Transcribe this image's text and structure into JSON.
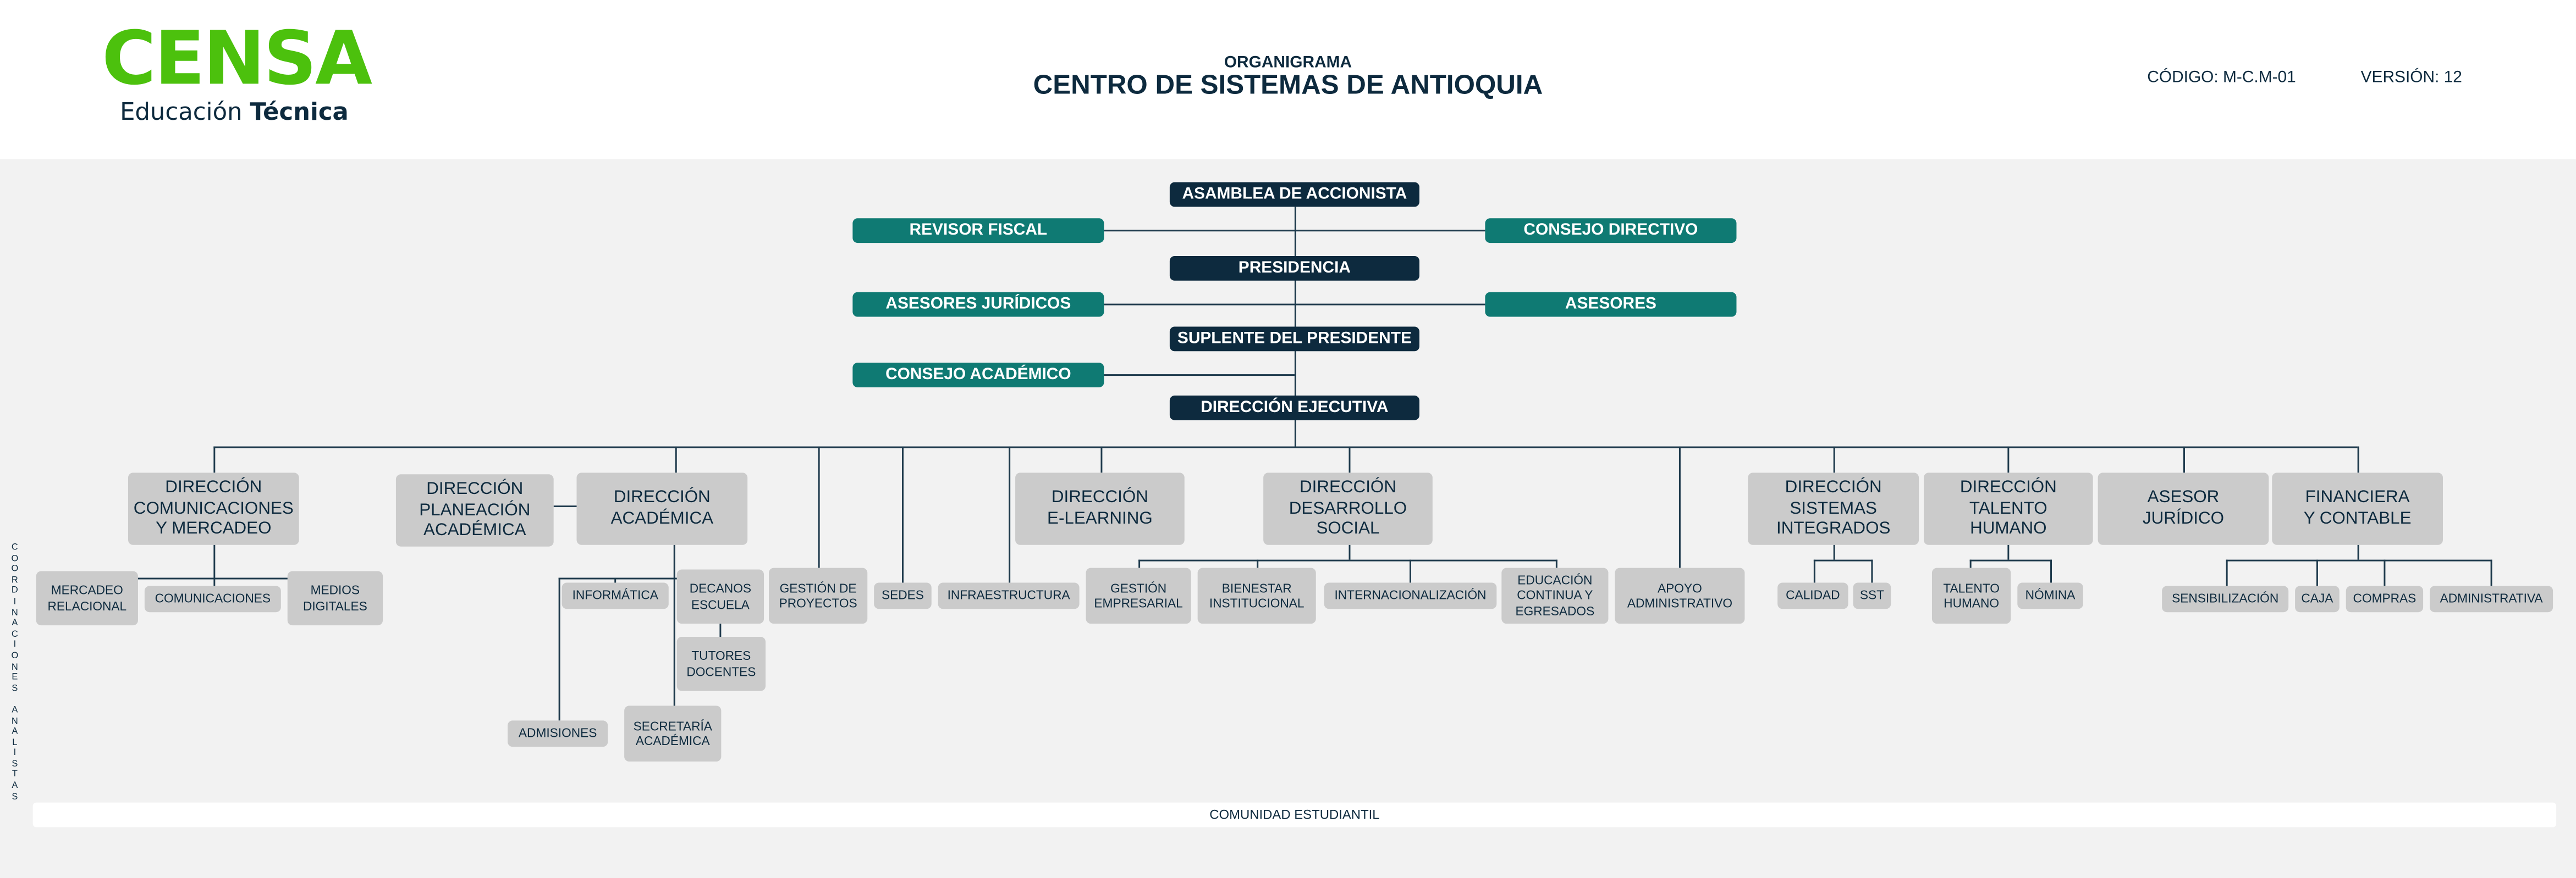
{
  "header": {
    "logo": "CENSA",
    "logo_sub_a": "Educación",
    "logo_sub_b": "Técnica",
    "subtitle": "ORGANIGRAMA",
    "title": "CENTRO DE SISTEMAS DE ANTIOQUIA",
    "code": "CÓDIGO: M-C.M-01",
    "version": "VERSIÓN: 12"
  },
  "top": {
    "asamblea": "ASAMBLEA DE ACCIONISTA",
    "revisor": "REVISOR FISCAL",
    "consejo_directivo": "CONSEJO DIRECTIVO",
    "presidencia": "PRESIDENCIA",
    "asesores_juridicos": "ASESORES JURÍDICOS",
    "asesores": "ASESORES",
    "suplente": "SUPLENTE DEL PRESIDENTE",
    "consejo_academico": "CONSEJO ACADÉMICO",
    "ejecutiva": "DIRECCIÓN EJECUTIVA"
  },
  "directions": {
    "comunicaciones": "DIRECCIÓN\nCOMUNICACIONES\nY MERCADEO",
    "planeacion": "DIRECCIÓN\nPLANEACIÓN\nACADÉMICA",
    "academica": "DIRECCIÓN\nACADÉMICA",
    "elearning": "DIRECCIÓN\nE-LEARNING",
    "desarrollo": "DIRECCIÓN\nDESARROLLO\nSOCIAL",
    "sistemas": "DIRECCIÓN\nSISTEMAS\nINTEGRADOS",
    "talento": "DIRECCIÓN\nTALENTO\nHUMANO",
    "asesor": "ASESOR\nJURÍDICO",
    "financiera": "FINANCIERA\nY CONTABLE"
  },
  "units": {
    "mercadeo": "MERCADEO\nRELACIONAL",
    "comunicaciones": "COMUNICACIONES",
    "medios": "MEDIOS\nDIGITALES",
    "informatica": "INFORMÁTICA",
    "decanos": "DECANOS\nESCUELA",
    "tutores": "TUTORES\nDOCENTES",
    "admisiones": "ADMISIONES",
    "secretaria": "SECRETARÍA\nACADÉMICA",
    "gestion_proyectos": "GESTIÓN DE\nPROYECTOS",
    "sedes": "SEDES",
    "infraestructura": "INFRAESTRUCTURA",
    "gestion_empresarial": "GESTIÓN\nEMPRESARIAL",
    "bienestar": "BIENESTAR\nINSTITUCIONAL",
    "internacionalizacion": "INTERNACIONALIZACIÓN",
    "educacion": "EDUCACIÓN\nCONTINUA Y\nEGRESADOS",
    "apoyo": "APOYO\nADMINISTRATIVO",
    "calidad": "CALIDAD",
    "sst": "SST",
    "talento_humano": "TALENTO\nHUMANO",
    "nomina": "NÓMINA",
    "sensibilizacion": "SENSIBILIZACIÓN",
    "caja": "CAJA",
    "compras": "COMPRAS",
    "administrativa": "ADMINISTRATIVA"
  },
  "side_label": "C\nO\nO\nR\nD\nI\nN\nA\nC\nI\nO\nN\nE\nS\n \nA\nN\nA\nL\nI\nS\nT\nA\nS",
  "footer": "COMUNIDAD ESTUDIANTIL",
  "colors": {
    "dark": "#0d2a3e",
    "teal": "#0f7a73",
    "green": "#4cc10d",
    "gray_box": "#cbcbcb"
  }
}
